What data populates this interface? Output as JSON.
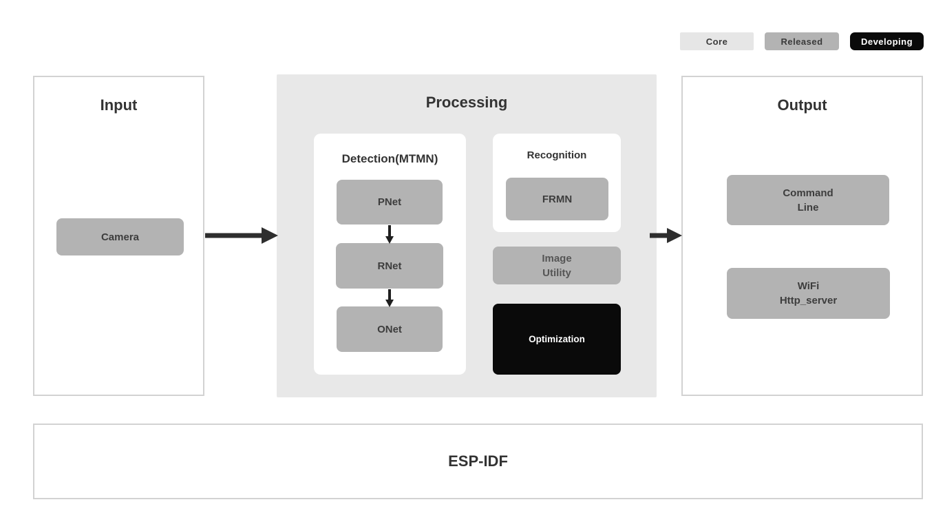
{
  "legend": {
    "items": [
      {
        "label": "Core",
        "status": "core"
      },
      {
        "label": "Released",
        "status": "released"
      },
      {
        "label": "Developing",
        "status": "developing"
      }
    ]
  },
  "input": {
    "title": "Input",
    "nodes": [
      {
        "label": "Camera",
        "status": "released"
      }
    ]
  },
  "processing": {
    "title": "Processing",
    "detection": {
      "title": "Detection(MTMN)",
      "nodes": [
        {
          "label": "PNet",
          "status": "released"
        },
        {
          "label": "RNet",
          "status": "released"
        },
        {
          "label": "ONet",
          "status": "released"
        }
      ]
    },
    "recognition": {
      "title": "Recognition",
      "nodes": [
        {
          "label": "FRMN",
          "status": "released"
        }
      ]
    },
    "image_utility": {
      "label": "Image\nUtility",
      "status": "released"
    },
    "optimization": {
      "label": "Optimization",
      "status": "developing"
    }
  },
  "output": {
    "title": "Output",
    "nodes": [
      {
        "label": "Command\nLine",
        "status": "released"
      },
      {
        "label": "WiFi\nHttp_server",
        "status": "released"
      }
    ]
  },
  "foundation": {
    "title": "ESP-IDF",
    "status": "core"
  },
  "colors": {
    "core_bg": "#e6e6e6",
    "released_bg": "#b3b3b3",
    "developing_bg": "#0a0a0a",
    "processing_bg": "#e8e8e8",
    "stage_border": "#d2d2d2",
    "arrow": "#2e2e2e",
    "title_text": "#333333"
  }
}
